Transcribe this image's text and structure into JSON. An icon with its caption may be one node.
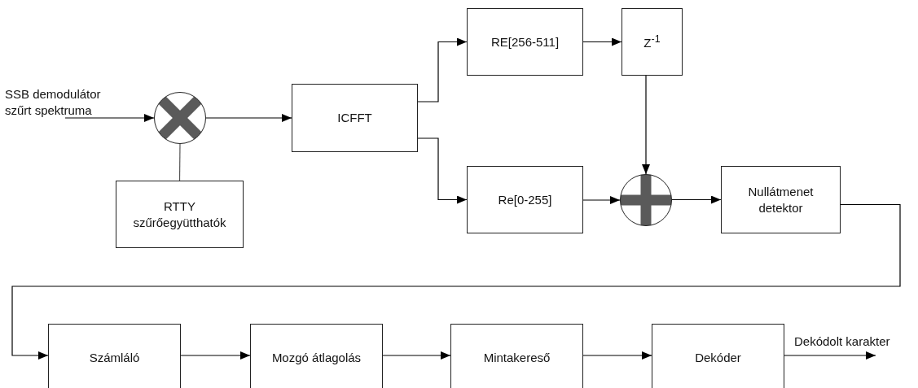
{
  "diagram": {
    "nodes": [
      {
        "text": [],
        "shape": "circle"
      },
      {
        "text": [
          "RTTY szűrőegyütthatók"
        ]
      },
      {
        "text": [
          "ICFFT"
        ]
      },
      {
        "text": [
          "RE[256-511]"
        ]
      },
      {
        "text": [
          "Z$^{-1}$"
        ]
      },
      {
        "text": [
          "Re[0-255]"
        ]
      },
      {
        "text": [],
        "shape": "circle"
      },
      {
        "text": [
          "Nullátmenet detektor"
        ]
      },
      {
        "text": [
          "Számláló"
        ]
      },
      {
        "text": [
          "Mozgó átlagolás"
        ]
      },
      {
        "text": [
          "Mintakereső"
        ]
      },
      {
        "text": [
          "Dekóder"
        ]
      },
      {
        "text": [
          "SSB demodulátor szűrt spektruma"
        ]
      }
    ],
    "edges": [
      {
        "from": 12,
        "to": 0,
        "arrow": "to"
      },
      {
        "from": 1,
        "to": 0,
        "arrow": "none"
      },
      {
        "from": 0,
        "to": 2,
        "arrow": "to"
      },
      {
        "from": 2,
        "to": 3,
        "arrow": "to"
      },
      {
        "from": 2,
        "to": 5,
        "arrow": "to"
      },
      {
        "from": 3,
        "to": 4,
        "arrow": "to"
      },
      {
        "from": 4,
        "to": 6,
        "arrow": "to"
      },
      {
        "from": 5,
        "to": 6,
        "arrow": "to"
      },
      {
        "from": 6,
        "to": 7,
        "arrow": "to"
      },
      {
        "from": 7,
        "to": 8,
        "arrow": "to"
      },
      {
        "from": 8,
        "to": 9,
        "arrow": "to"
      },
      {
        "from": 9,
        "to": 10,
        "arrow": "to"
      },
      {
        "from": 10,
        "to": 11,
        "arrow": "to"
      },
      {
        "from": 11,
        "to": null,
        "arrow": "to",
        "label": "Dekódolt karakter"
      }
    ],
    "labels": []
  }
}
